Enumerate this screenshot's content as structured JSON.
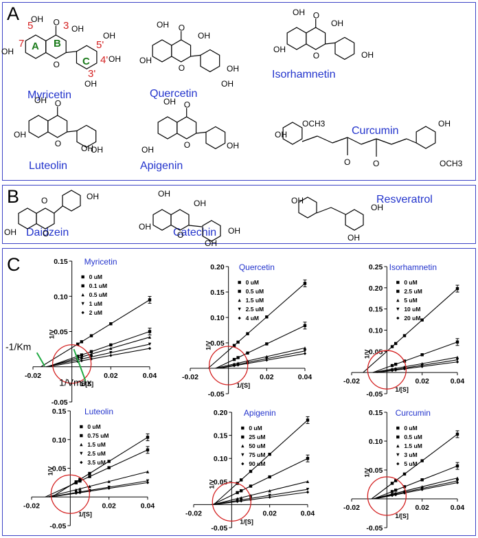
{
  "panels": {
    "a": "A",
    "b": "B",
    "c": "C"
  },
  "structure_labels": {
    "oh": "OH",
    "o": "O",
    "och3": "OCH3",
    "myricetin_positions": [
      "5",
      "3",
      "7",
      "5'",
      "4'",
      "3'"
    ],
    "myricetin_rings": [
      "A",
      "B",
      "C"
    ]
  },
  "compounds_a": [
    "Myricetin",
    "Quercetin",
    "Isorhamnetin",
    "Luteolin",
    "Apigenin",
    "Curcumin"
  ],
  "compounds_b": [
    "Daidzein",
    "Catechin",
    "Resveratrol"
  ],
  "annotations": {
    "neg_inv_km": "-1/Km",
    "inv_vmax": "1/Vmax"
  },
  "colors": {
    "panel_border": "#3b41c5",
    "compound_name": "#2233cc",
    "position_numbers": "#d42020",
    "ring_letters": "#1a7a1a",
    "circle": "#d42020",
    "arrow": "#22aa44"
  },
  "chart_data": [
    {
      "type": "line",
      "title": "Myricetin",
      "xlabel": "1/[S]",
      "ylabel": "1/V",
      "xticks": [
        "-0.02",
        "0.02",
        "0.04"
      ],
      "yticks": [
        "-0.05",
        "0.05",
        "0.10",
        "0.15"
      ],
      "xlim": [
        -0.02,
        0.04
      ],
      "ylim": [
        -0.05,
        0.15
      ],
      "series": [
        {
          "name": "0 uM",
          "slope": 1.7,
          "intercept": 0.027
        },
        {
          "name": "0.1 uM",
          "slope": 0.95,
          "intercept": 0.012
        },
        {
          "name": "0.5 uM",
          "slope": 0.8,
          "intercept": 0.01
        },
        {
          "name": "1 uM",
          "slope": 0.6,
          "intercept": 0.008
        },
        {
          "name": "2 uM",
          "slope": 0.5,
          "intercept": 0.006
        }
      ]
    },
    {
      "type": "line",
      "title": "Quercetin",
      "xlabel": "1/[S]",
      "ylabel": "1/V",
      "xticks": [
        "-0.02",
        "0.02",
        "0.04"
      ],
      "yticks": [
        "-0.05",
        "0.05",
        "0.10",
        "0.15",
        "0.20"
      ],
      "xlim": [
        -0.02,
        0.04
      ],
      "ylim": [
        -0.05,
        0.2
      ],
      "series": [
        {
          "name": "0 uM",
          "slope": 3.3,
          "intercept": 0.035
        },
        {
          "name": "0.5 uM",
          "slope": 1.8,
          "intercept": 0.012
        },
        {
          "name": "1.5 uM",
          "slope": 0.85,
          "intercept": 0.006
        },
        {
          "name": "2.5 uM",
          "slope": 0.75,
          "intercept": 0.004
        },
        {
          "name": "4 uM",
          "slope": 0.65,
          "intercept": 0.003
        }
      ]
    },
    {
      "type": "line",
      "title": "Isorhamnetin",
      "xlabel": "1/[S]",
      "ylabel": "1/V",
      "xticks": [
        "-0.02",
        "0.02",
        "0.04"
      ],
      "yticks": [
        "-0.05",
        "0.05",
        "0.10",
        "0.15",
        "0.20",
        "0.25"
      ],
      "xlim": [
        -0.02,
        0.04
      ],
      "ylim": [
        -0.05,
        0.25
      ],
      "series": [
        {
          "name": "0 uM",
          "slope": 3.7,
          "intercept": 0.05
        },
        {
          "name": "2.5 uM",
          "slope": 1.5,
          "intercept": 0.012
        },
        {
          "name": "5 uM",
          "slope": 0.75,
          "intercept": 0.006
        },
        {
          "name": "10 uM",
          "slope": 0.65,
          "intercept": 0.004
        },
        {
          "name": "20 uM",
          "slope": 0.55,
          "intercept": 0.003
        }
      ]
    },
    {
      "type": "line",
      "title": "Luteolin",
      "xlabel": "1/[S]",
      "ylabel": "1/V",
      "xticks": [
        "-0.02",
        "0.02",
        "0.04"
      ],
      "yticks": [
        "-0.05",
        "0.05",
        "0.10",
        "0.15"
      ],
      "xlim": [
        -0.02,
        0.04
      ],
      "ylim": [
        -0.05,
        0.15
      ],
      "series": [
        {
          "name": "0 uM",
          "slope": 2.1,
          "intercept": 0.02
        },
        {
          "name": "0.75 uM",
          "slope": 1.55,
          "intercept": 0.02
        },
        {
          "name": "1.5 uM",
          "slope": 0.85,
          "intercept": 0.01
        },
        {
          "name": "2.5 uM",
          "slope": 0.55,
          "intercept": 0.006
        },
        {
          "name": "3.5 uM",
          "slope": 0.5,
          "intercept": 0.005
        }
      ]
    },
    {
      "type": "line",
      "title": "Apigenin",
      "xlabel": "1/[S]",
      "ylabel": "1/V",
      "xticks": [
        "-0.02",
        "0.02",
        "0.04"
      ],
      "yticks": [
        "-0.05",
        "0.05",
        "0.10",
        "0.15",
        "0.20"
      ],
      "xlim": [
        -0.02,
        0.04
      ],
      "ylim": [
        -0.05,
        0.2
      ],
      "series": [
        {
          "name": "0 uM",
          "slope": 3.7,
          "intercept": 0.035
        },
        {
          "name": "25 uM",
          "slope": 2.0,
          "intercept": 0.02
        },
        {
          "name": "50 uM",
          "slope": 1.0,
          "intercept": 0.01
        },
        {
          "name": "75 uM",
          "slope": 0.65,
          "intercept": 0.007
        },
        {
          "name": "90 uM",
          "slope": 0.55,
          "intercept": 0.005
        }
      ]
    },
    {
      "type": "line",
      "title": "Curcumin",
      "xlabel": "1/[S]",
      "ylabel": "1/V",
      "xticks": [
        "-0.02",
        "0.02",
        "0.04"
      ],
      "yticks": [
        "-0.05",
        "0.05",
        "0.10",
        "0.15"
      ],
      "xlim": [
        -0.02,
        0.04
      ],
      "ylim": [
        -0.05,
        0.15
      ],
      "series": [
        {
          "name": "0 uM",
          "slope": 2.3,
          "intercept": 0.02
        },
        {
          "name": "0.5 uM",
          "slope": 1.2,
          "intercept": 0.009
        },
        {
          "name": "1.5 uM",
          "slope": 0.75,
          "intercept": 0.006
        },
        {
          "name": "3 uM",
          "slope": 0.65,
          "intercept": 0.005
        },
        {
          "name": "5 uM",
          "slope": 0.6,
          "intercept": 0.004
        }
      ]
    }
  ]
}
